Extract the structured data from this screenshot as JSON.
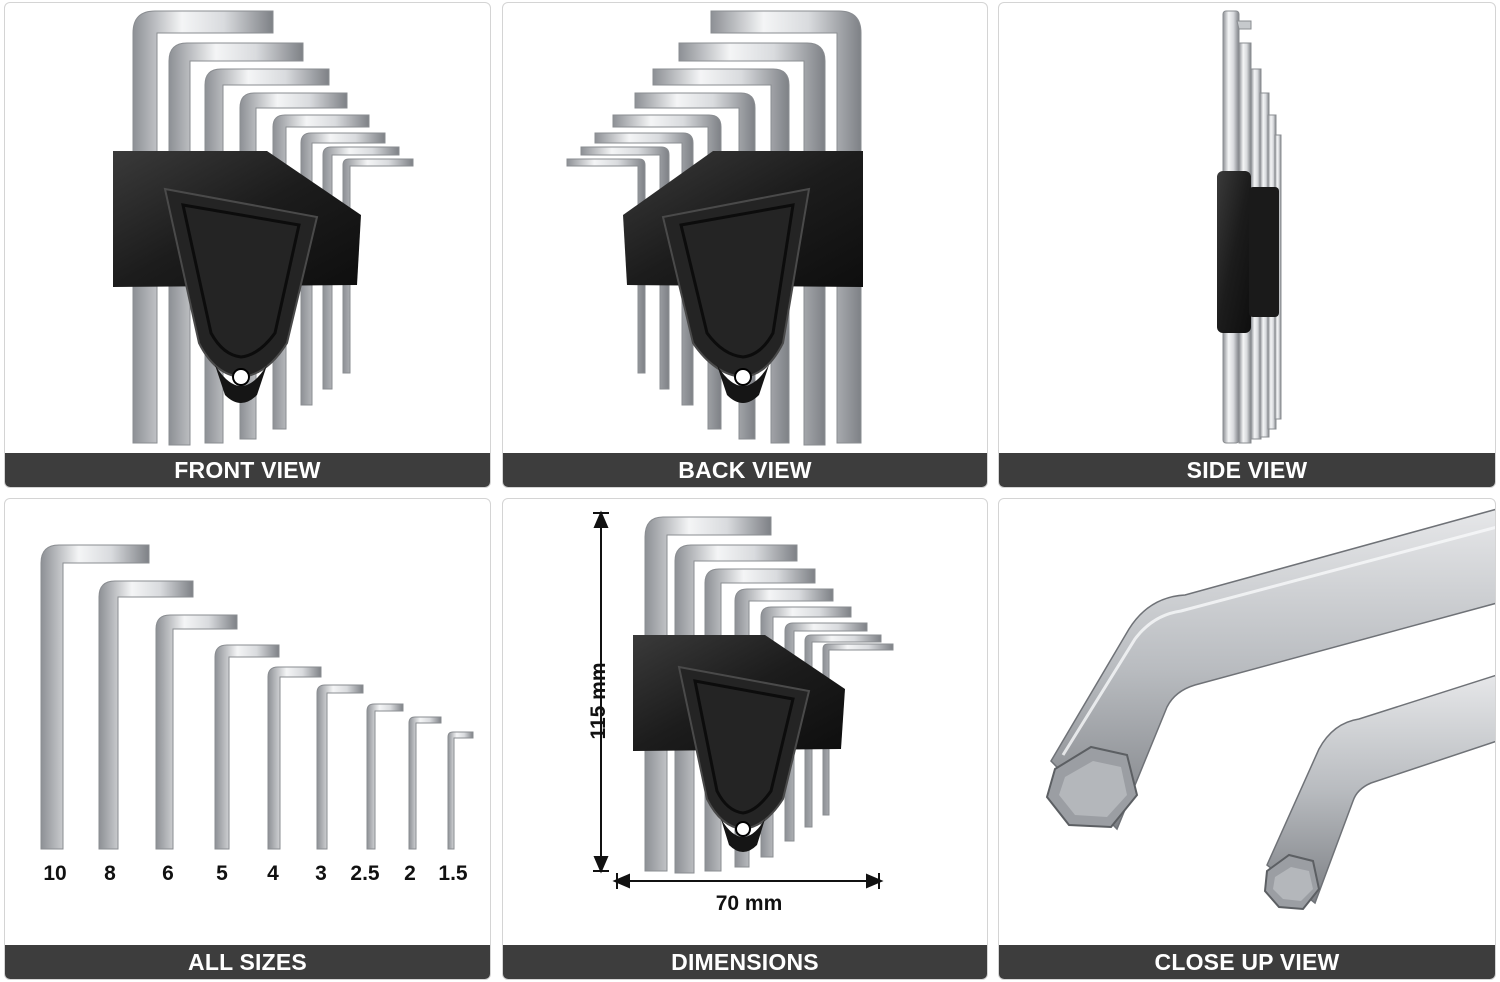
{
  "panels": {
    "front": {
      "caption": "FRONT VIEW"
    },
    "back": {
      "caption": "BACK VIEW"
    },
    "side": {
      "caption": "SIDE VIEW"
    },
    "sizes": {
      "caption": "ALL SIZES",
      "labels": [
        "10",
        "8",
        "6",
        "5",
        "4",
        "3",
        "2.5",
        "2",
        "1.5"
      ]
    },
    "dimensions": {
      "caption": "DIMENSIONS",
      "height_label": "115 mm",
      "width_label": "70 mm"
    },
    "closeup": {
      "caption": "CLOSE UP VIEW"
    }
  },
  "colors": {
    "caption_bg": "#3d3d3d",
    "holder": "#1e1e1e",
    "steel": "#c9cccf"
  }
}
